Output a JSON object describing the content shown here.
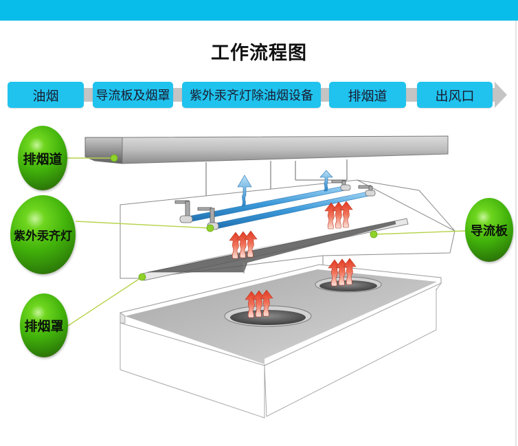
{
  "header": {
    "title": "工作流程图",
    "bar_color": "#08bde9"
  },
  "flow": {
    "steps": [
      {
        "label": "油烟"
      },
      {
        "label": "导流板及烟罩"
      },
      {
        "label": "紫外汞齐灯除油烟设备"
      },
      {
        "label": "排烟道"
      },
      {
        "label": "出风口"
      }
    ],
    "step_color": "#1fc3ee",
    "track_color": "#c4c4c4"
  },
  "diagram": {
    "callouts": [
      {
        "label": "排烟道"
      },
      {
        "label": "紫外汞齐灯"
      },
      {
        "label": "排烟罩"
      },
      {
        "label": "导流板"
      }
    ],
    "callout_color": "#46b30e",
    "leader_color": "#b5d24a",
    "smoke_color": "#e8472e",
    "exhaust_color": "#4aa6e2"
  }
}
